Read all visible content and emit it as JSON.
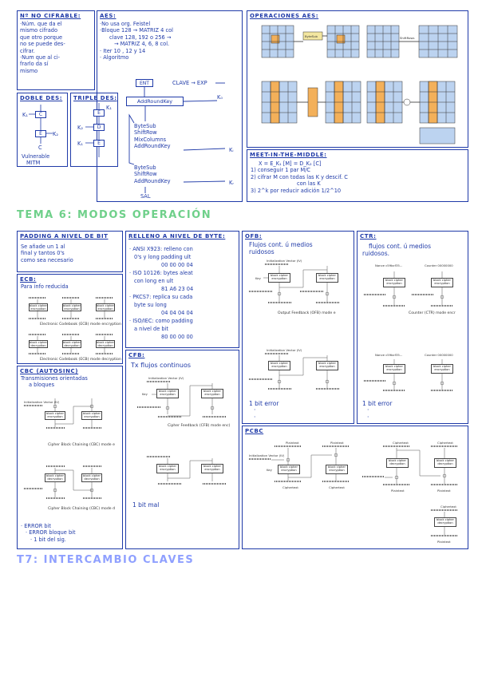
{
  "notes": {
    "n_no_cifrable": {
      "title": "Nº NO CIFRABLE:",
      "lines": [
        "·Núm. que da el",
        "mismo cifrado",
        "que otro porque",
        "no se puede des-",
        "cifrar.",
        "·Num que al ci-",
        "frarlo da sí",
        "mismo"
      ]
    },
    "aes": {
      "title": "AES:",
      "lines": [
        "·No usa org. Feistel",
        "·Bloque 128 → MATRIZ 4 col",
        "clave 128, 192 o 256 →",
        "→ MATRIZ 4, 6, 8 col.",
        "· Iter 10 , 12 y 14",
        "· Algoritmo"
      ],
      "flow": {
        "ent": "ENT",
        "clave": "CLAVE → EXP",
        "k0": "K₀",
        "add_round_key": "AddRoundKey",
        "ki_label": "Kᵢ",
        "kr_label": "Kᵣ",
        "round_steps": [
          "ByteSub",
          "ShiftRow",
          "MixColumns",
          "AddRoundKey"
        ],
        "final_steps": [
          "ByteSub",
          "ShiftRow",
          "AddRoundKey"
        ],
        "sal": "SAL"
      }
    },
    "operaciones_aes": {
      "title": "OPERACIONES AES:",
      "left_box": "ByteSub",
      "right_box": "ShiftRows"
    },
    "doble_des": {
      "title": "DOBLE DES:",
      "k1": "K₁",
      "k2": "K₂",
      "c": "C",
      "e": "E",
      "vulnerable": [
        "Vulnerable",
        "MITM"
      ],
      "out": "C"
    },
    "triple_des": {
      "title": "TRIPLE DES:",
      "k1": "K₁",
      "k2": "K₂",
      "k3": "K₁",
      "e": "E",
      "d": "D"
    },
    "meet_in_the_middle": {
      "title": "MEET-IN-THE-MIDDLE:",
      "lines": [
        "X = E_K₁ [M] = D_K₂ [C]",
        "1) conseguir 1 par M/C",
        "2) cifrar M con todas las K y descif. C",
        "con las K",
        "3) 2^k por reducir adición 1/2^10"
      ]
    },
    "tema6": {
      "title": "TEMA 6: MODOS OPERACIÓN"
    },
    "padding_bit": {
      "title": "PADDING A NIVEL DE BIT",
      "lines": [
        "Se añade un 1 al",
        "final y tantos 0's",
        "como sea necesario"
      ]
    },
    "ecb": {
      "title": "ECB:",
      "lines": [
        "Para info reducida"
      ],
      "caption": "Electronic Codebook (ECB) mode encryption",
      "caption2": "Electronic Codebook (ECB) mode decryption"
    },
    "cbc": {
      "title": "CBC (AUTOSINC)",
      "lines": [
        "Transmisiones orientadas",
        "a bloques"
      ],
      "caption": "Cipher Block Chaining (CBC) mode e",
      "caption2": "Cipher Block Chaining (CBC) mode d",
      "bullets": [
        "· ERROR bit",
        "· ERROR bloque bit",
        "· 1 bit del sig."
      ]
    },
    "relleno_byte": {
      "title": "RELLENO A NIVEL DE BYTE:",
      "lines": [
        "· ANSI X923: relleno con",
        "0's y long padding ult",
        "00 00 00 04",
        "· ISO 10126: bytes aleat",
        "con long en ult",
        "81 A6 23 04",
        "· PKCS7: replica su cada",
        "byte su long",
        "04 04 04 04",
        "· ISO/IEC: como padding",
        "a nivel de bit",
        "80 00 00 00"
      ]
    },
    "cfb": {
      "title": "CFB:",
      "lines": [
        "Tx flujos continuos"
      ],
      "caption": "Cipher Feedback (CFB) mode enc)",
      "bullets": [
        "1 bit mal"
      ]
    },
    "ofb": {
      "title": "OFB:",
      "lines": [
        "Flujos cont. ú medios",
        "ruidosos"
      ],
      "caption": "Output Feedback (OFB) mode e",
      "bullets": [
        "1 bit error",
        "·",
        "·"
      ]
    },
    "ctr": {
      "title": "CTR:",
      "lines": [
        "flujos cont. ú medios",
        "ruidosos."
      ],
      "caption": "Counter (CTR) mode encr",
      "bullets": [
        "1 bit error",
        "·",
        "·"
      ]
    },
    "pcbc": {
      "title": "PCBC"
    },
    "t7": {
      "title": "T7: INTERCAMBIO CLAVES"
    },
    "diagram_labels": {
      "plaintext": "Plaintext",
      "ciphertext": "Ciphertext",
      "key": "Key",
      "bce": "block cipher encryption",
      "bcd": "block cipher decryption",
      "iv": "Initialization Vector (IV)",
      "nonce": "Nonce c59bcf35...",
      "counter": "Counter 00000000"
    }
  },
  "colors": {
    "ink": "#1f3aa8",
    "tema6": "#6fd08a",
    "t7": "#8fa0ff",
    "aes_orange": "#f3b05a",
    "aes_blue": "#bcd3f0"
  }
}
